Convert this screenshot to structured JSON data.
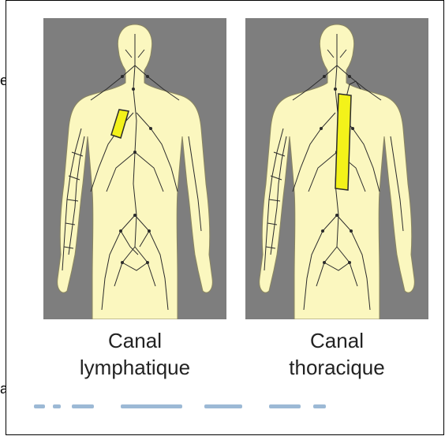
{
  "edge_text": {
    "left_top": "e",
    "left_bottom": "a"
  },
  "panels": [
    {
      "caption_line1": "Canal",
      "caption_line2": "lymphatique"
    },
    {
      "caption_line1": "Canal",
      "caption_line2": "thoracique"
    }
  ],
  "colors": {
    "background_panel": "#7e7e7e",
    "body_fill": "#fbf7bf",
    "vessel_line": "#2b2b2b",
    "highlight": "#f3f21a"
  }
}
